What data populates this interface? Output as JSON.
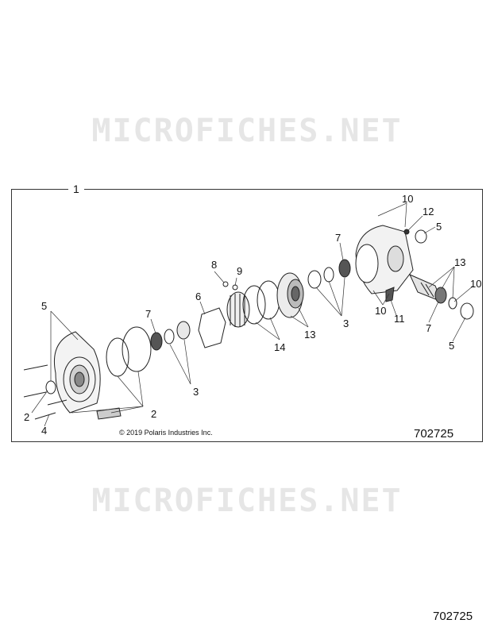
{
  "watermark": {
    "text": "MICROFICHES.NET"
  },
  "frame_label": "1",
  "copyright": "© 2019 Polaris Industries Inc.",
  "figure_number_inner": "702725",
  "figure_number_outer": "702725",
  "callouts": [
    "5",
    "7",
    "2",
    "4",
    "2",
    "3",
    "6",
    "8",
    "9",
    "14",
    "13",
    "3",
    "7",
    "10",
    "12",
    "5",
    "13",
    "10",
    "11",
    "10",
    "7",
    "5"
  ]
}
